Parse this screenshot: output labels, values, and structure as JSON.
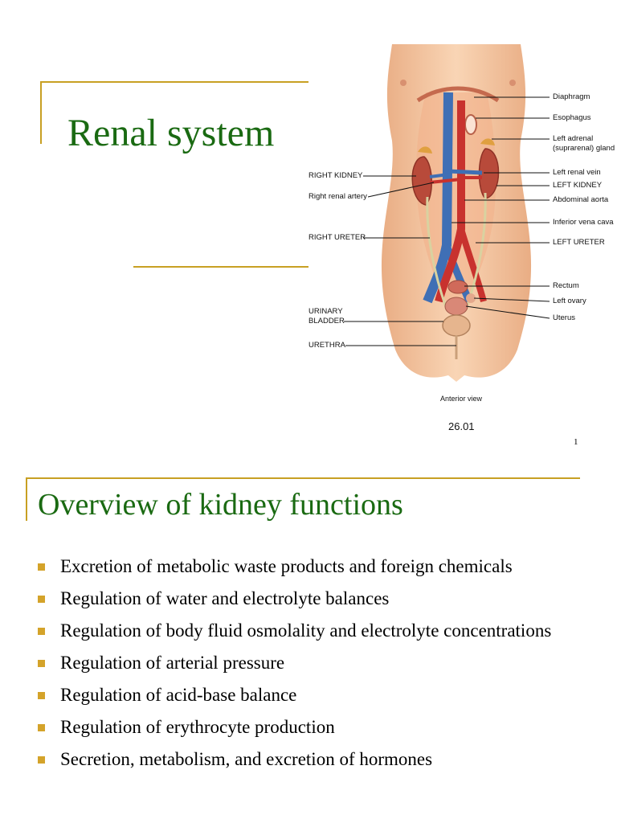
{
  "slide1": {
    "title": "Renal system",
    "page_number": "1",
    "figure": {
      "labels_left": {
        "right_kidney": "RIGHT KIDNEY",
        "right_renal_artery": "Right renal artery",
        "right_ureter": "RIGHT URETER",
        "urinary_bladder_1": "URINARY",
        "urinary_bladder_2": "BLADDER",
        "urethra": "URETHRA"
      },
      "labels_right": {
        "diaphragm": "Diaphragm",
        "esophagus": "Esophagus",
        "left_adrenal_1": "Left adrenal",
        "left_adrenal_2": "(suprarenal) gland",
        "left_renal_vein": "Left renal vein",
        "left_kidney": "LEFT KIDNEY",
        "abdominal_aorta": "Abdominal aorta",
        "inferior_vena_cava": "Inferior vena cava",
        "left_ureter": "LEFT URETER",
        "rectum": "Rectum",
        "left_ovary": "Left ovary",
        "uterus": "Uterus"
      },
      "caption": "Anterior view",
      "figure_number": "26.01"
    }
  },
  "slide2": {
    "title": "Overview of kidney functions",
    "bullets": [
      "Excretion of metabolic waste products and foreign chemicals",
      "Regulation of water and electrolyte balances",
      "Regulation of body fluid osmolality and electrolyte concentrations",
      "Regulation of arterial pressure",
      "Regulation of acid-base balance",
      "Regulation of erythrocyte production",
      "Secretion, metabolism, and excretion of hormones"
    ]
  },
  "colors": {
    "title_green": "#1a6a12",
    "accent_gold": "#c8a023",
    "bullet_gold": "#d4a32a",
    "skin": "#f6c9a4",
    "kidney": "#b84a3a",
    "vein_blue": "#3f6fb5",
    "artery_red": "#c8322e"
  }
}
